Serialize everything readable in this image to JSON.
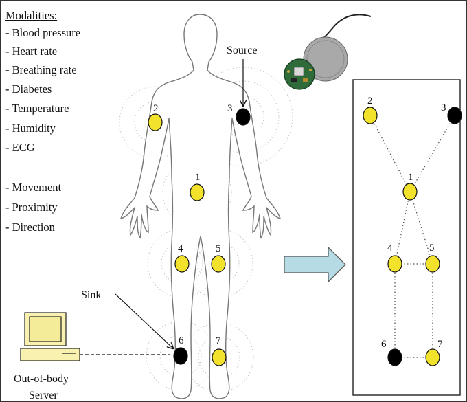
{
  "modalities": {
    "heading": "Modalities:",
    "group1": [
      "- Blood pressure",
      "- Heart rate",
      "- Breathing rate",
      "- Diabetes",
      "- Temperature",
      "- Humidity",
      "- ECG"
    ],
    "group2": [
      "- Movement",
      "- Proximity",
      "- Direction"
    ]
  },
  "labels": {
    "source": "Source",
    "sink": "Sink",
    "server_line1": "Out-of-body",
    "server_line2": "Server"
  },
  "body_nodes": [
    {
      "id": "1",
      "role": "sensor"
    },
    {
      "id": "2",
      "role": "sensor"
    },
    {
      "id": "3",
      "role": "source"
    },
    {
      "id": "4",
      "role": "sensor"
    },
    {
      "id": "5",
      "role": "sensor"
    },
    {
      "id": "6",
      "role": "sink"
    },
    {
      "id": "7",
      "role": "sensor"
    }
  ],
  "graph_edges": [
    [
      "2",
      "1"
    ],
    [
      "3",
      "1"
    ],
    [
      "1",
      "4"
    ],
    [
      "1",
      "5"
    ],
    [
      "4",
      "5"
    ],
    [
      "4",
      "6"
    ],
    [
      "5",
      "7"
    ],
    [
      "6",
      "7"
    ]
  ],
  "colors": {
    "sensor": "#f2e22c",
    "sink_source": "#000000",
    "arrow": "#b7dbe4",
    "range_circle": "#bfbfbf"
  }
}
